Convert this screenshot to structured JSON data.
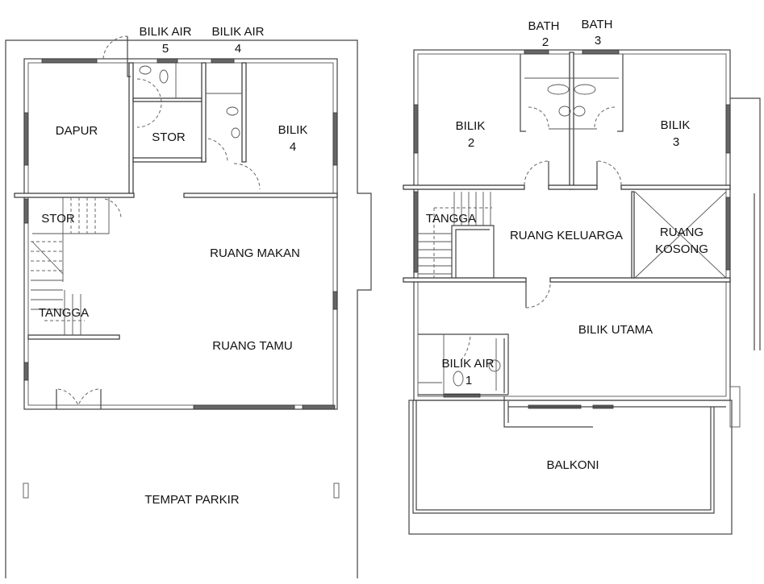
{
  "ground_floor": {
    "labels": {
      "bilik_air_5": [
        "BILIK AIR",
        "5"
      ],
      "bilik_air_4": [
        "BILIK AIR",
        "4"
      ],
      "dapur": "DAPUR",
      "stor_1": "STOR",
      "bilik_4": [
        "BILIK",
        "4"
      ],
      "stor_2": "STOR",
      "ruang_makan": "RUANG MAKAN",
      "tangga": "TANGGA",
      "ruang_tamu": "RUANG TAMU",
      "tempat_parkir": "TEMPAT PARKIR"
    }
  },
  "first_floor": {
    "labels": {
      "bath_2": [
        "BATH",
        "2"
      ],
      "bath_3": [
        "BATH",
        "3"
      ],
      "bilik_2": [
        "BILIK",
        "2"
      ],
      "bilik_3": [
        "BILIK",
        "3"
      ],
      "tangga": "TANGGA",
      "ruang_keluarga": "RUANG KELUARGA",
      "ruang_kosong": [
        "RUANG",
        "KOSONG"
      ],
      "bilik_utama": "BILIK UTAMA",
      "bilik_air_1": [
        "BILIK AIR",
        "1"
      ],
      "balkoni": "BALKONI"
    }
  }
}
